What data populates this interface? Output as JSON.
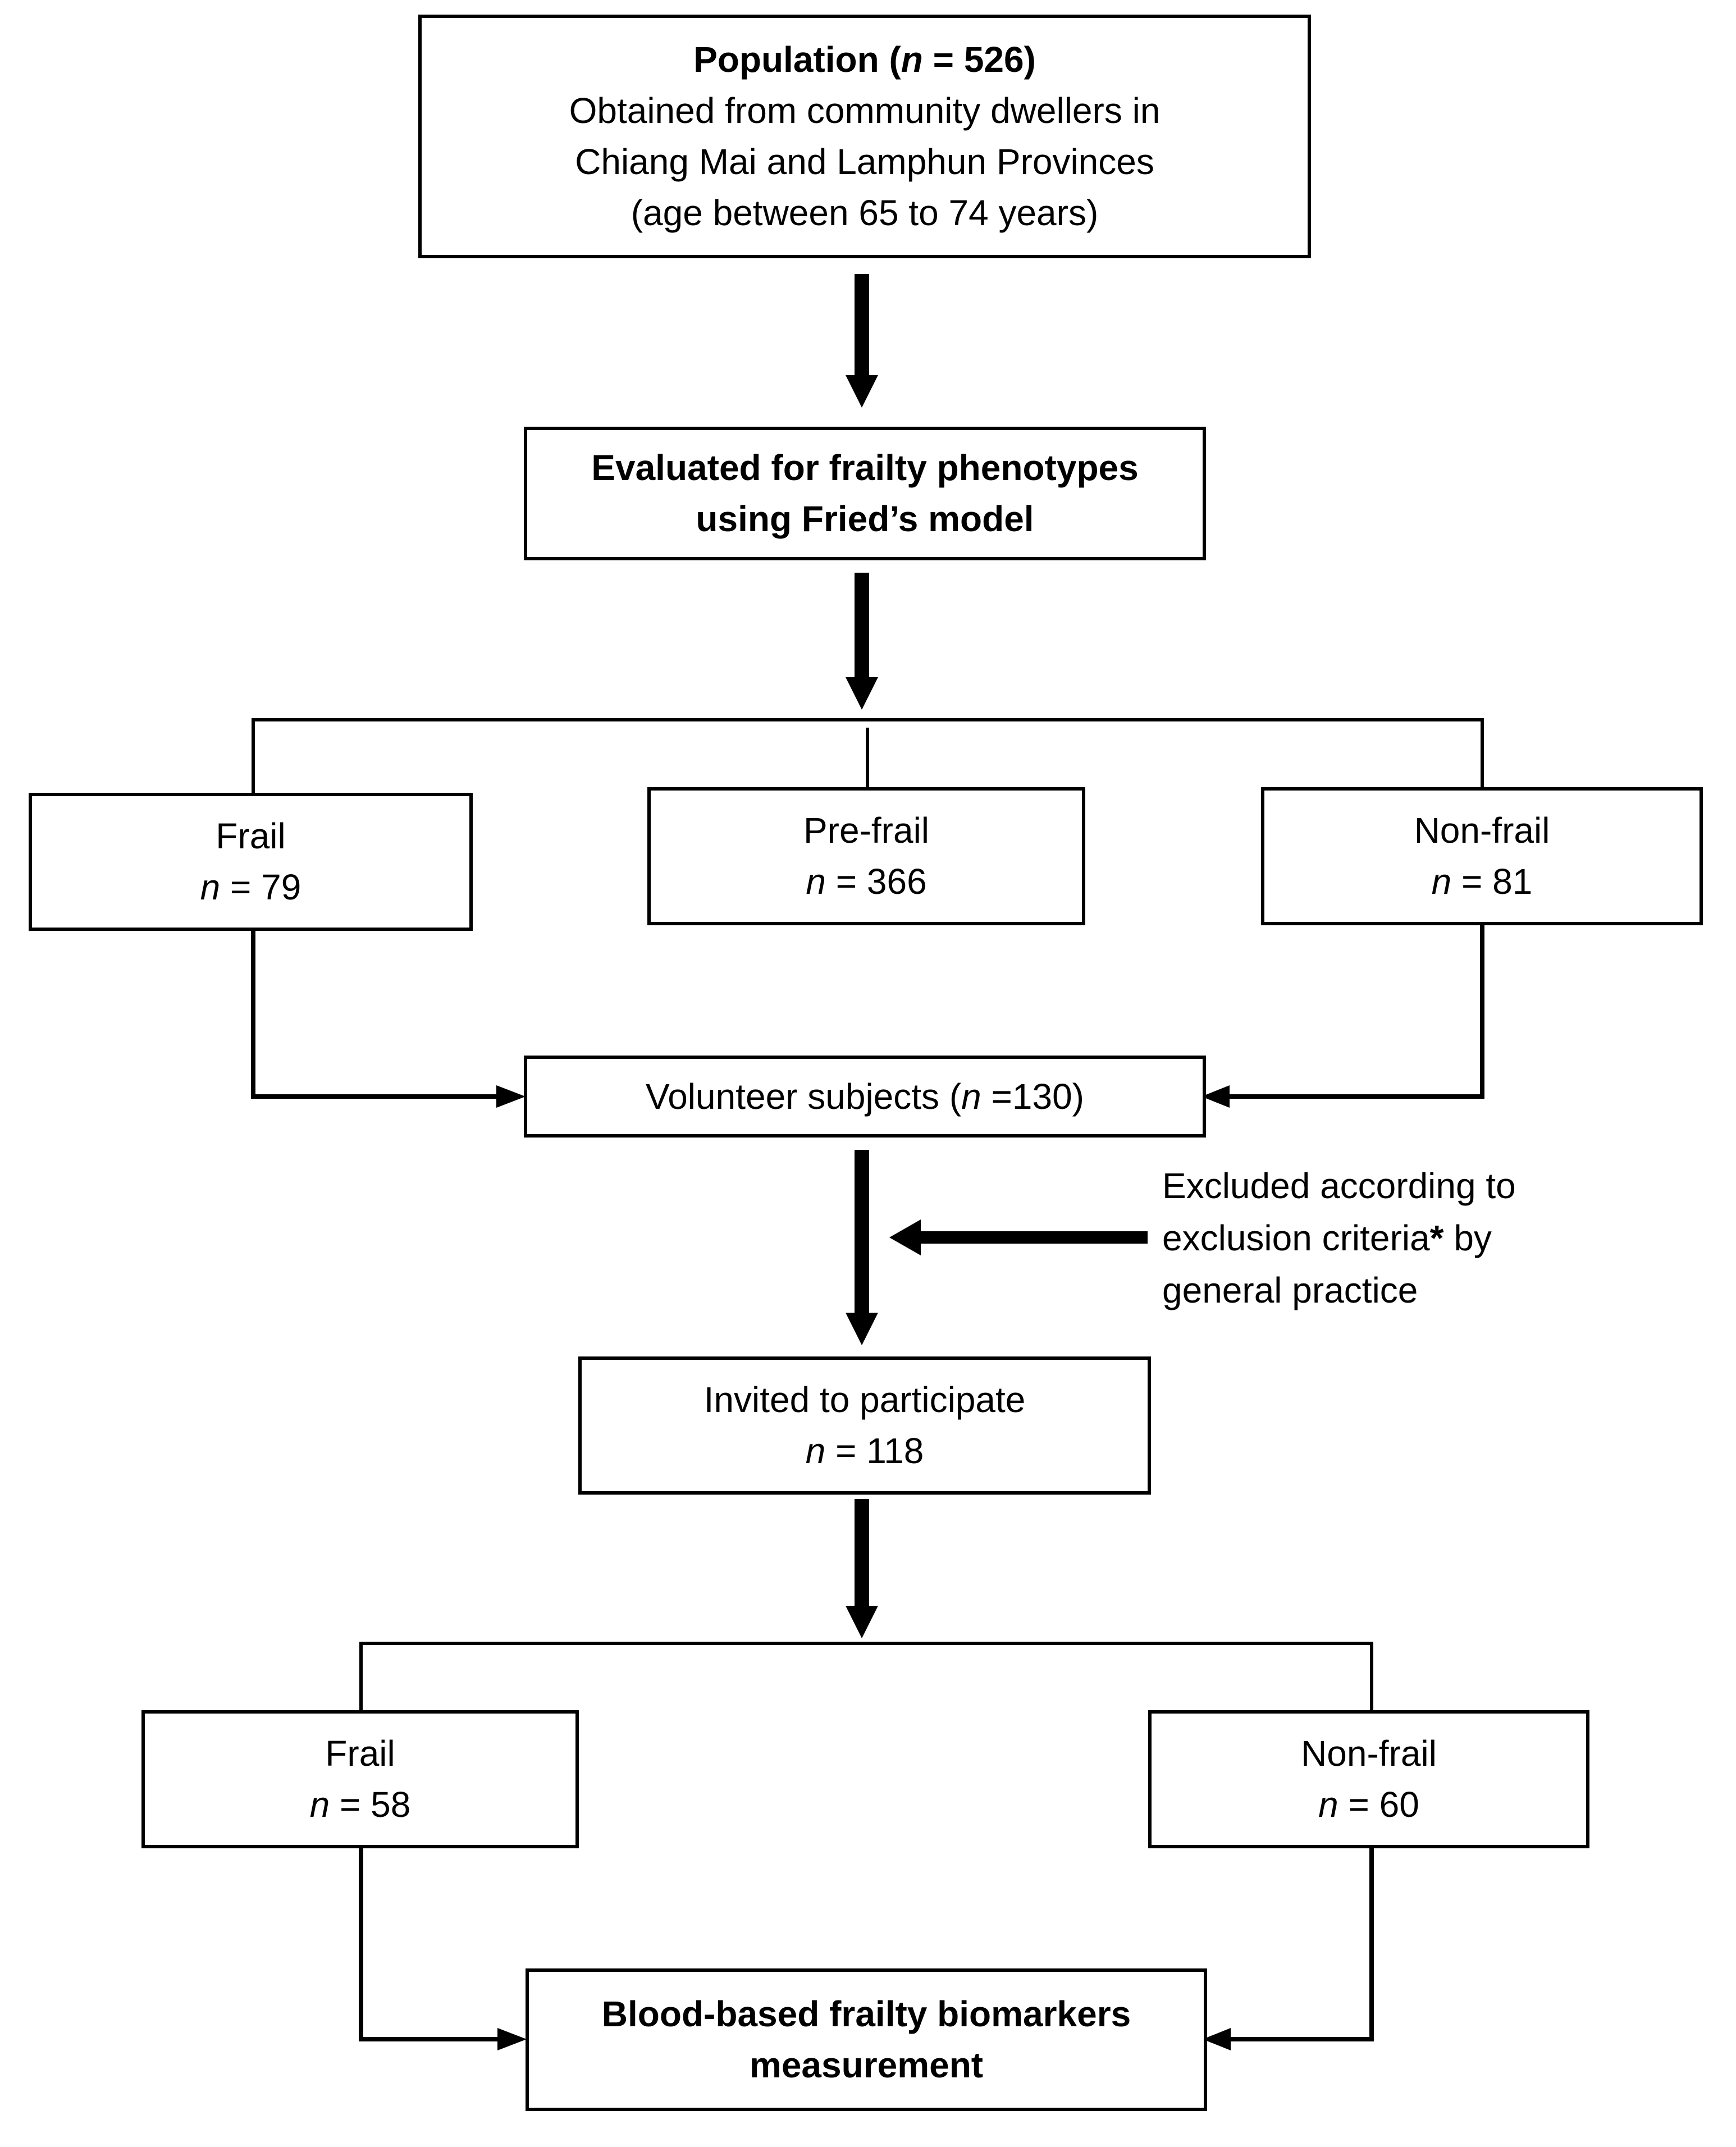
{
  "population": {
    "bold_prefix": "Population (",
    "n_italic": "n",
    "bold_suffix": " = 526)",
    "line2": "Obtained from community dwellers in",
    "line3": "Chiang Mai and Lamphun Provinces",
    "line4": "(age between 65 to 74 years)"
  },
  "evaluated": {
    "line1": "Evaluated for frailty phenotypes",
    "line2": "using Fried’s model"
  },
  "frail_1": {
    "label": "Frail",
    "n": "n",
    "count": " = 79"
  },
  "prefrail": {
    "label": "Pre-frail",
    "n": "n",
    "count": " = 366"
  },
  "nonfrail_1": {
    "label": "Non-frail",
    "n": "n",
    "count": " = 81"
  },
  "volunteer": {
    "prefix": "Volunteer subjects (",
    "n": "n",
    "suffix": " =130)"
  },
  "excluded": {
    "line1": "Excluded according to",
    "line2_prefix": "exclusion criteria",
    "line2_star": "*",
    "line2_suffix": " by",
    "line3": "general practice"
  },
  "invited": {
    "label": "Invited to participate",
    "n": "n",
    "count": " = 118"
  },
  "frail_2": {
    "label": "Frail",
    "n": "n",
    "count": " = 58"
  },
  "nonfrail_2": {
    "label": "Non-frail",
    "n": "n",
    "count": " = 60"
  },
  "biomarkers": {
    "line1": "Blood-based frailty biomarkers",
    "line2": "measurement"
  }
}
